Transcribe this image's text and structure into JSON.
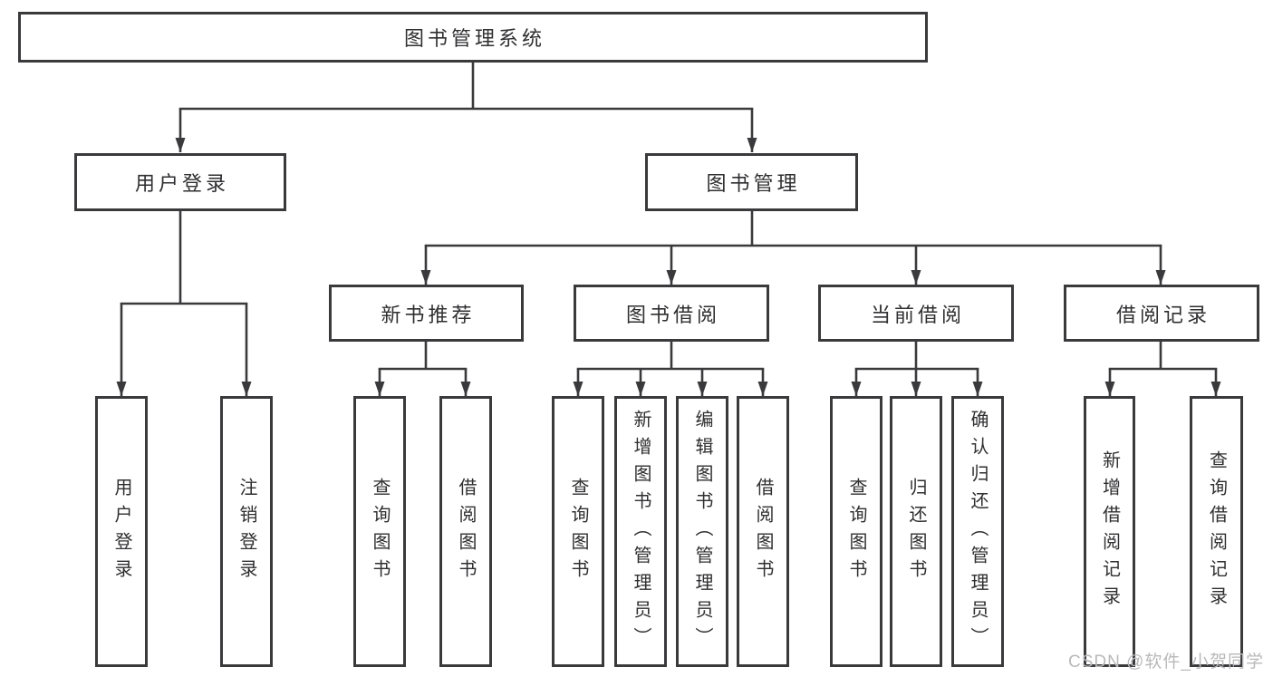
{
  "diagram": {
    "title": "图书管理系统",
    "branches": [
      {
        "label": "用户登录",
        "children": [
          {
            "label": "用户登录"
          },
          {
            "label": "注销登录"
          }
        ]
      },
      {
        "label": "图书管理",
        "children": [
          {
            "label": "新书推荐",
            "children": [
              {
                "label": "查询图书"
              },
              {
                "label": "借阅图书"
              }
            ]
          },
          {
            "label": "图书借阅",
            "children": [
              {
                "label": "查询图书"
              },
              {
                "label": "新增图书（管理员）"
              },
              {
                "label": "编辑图书（管理员）"
              },
              {
                "label": "借阅图书"
              }
            ]
          },
          {
            "label": "当前借阅",
            "children": [
              {
                "label": "查询图书"
              },
              {
                "label": "归还图书"
              },
              {
                "label": "确认归还（管理员）"
              }
            ]
          },
          {
            "label": "借阅记录",
            "children": [
              {
                "label": "新增借阅记录"
              },
              {
                "label": "查询借阅记录"
              }
            ]
          }
        ]
      }
    ]
  },
  "watermark": {
    "text": "CSDN @软件_小贺同学"
  },
  "colors": {
    "line": "#3a3a3c",
    "text": "#2f2f31",
    "watermark": "#b9b9bb",
    "background": "#ffffff"
  }
}
